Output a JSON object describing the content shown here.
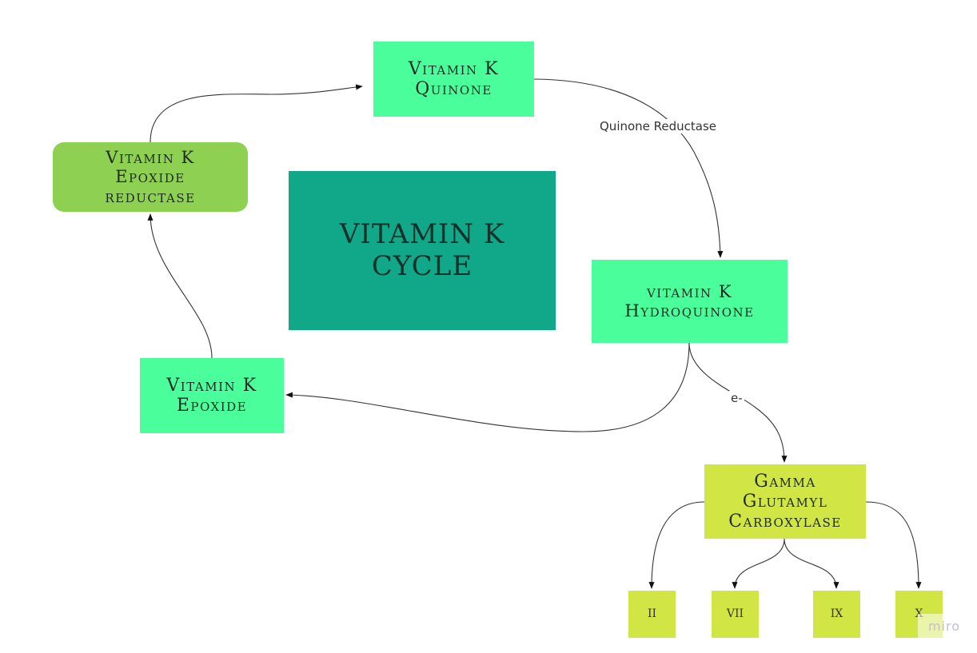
{
  "diagram": {
    "title": {
      "line1": "VITAMIN K",
      "line2": "CYCLE"
    },
    "nodes": {
      "quinone": {
        "line1": "Vitamin K",
        "line2": "Quinone"
      },
      "epoxide_reductase": {
        "line1": "Vitamin K",
        "line2": "Epoxide",
        "line3": "reductase"
      },
      "hydroquinone": {
        "line1": "vitamin K",
        "line2": "Hydroquinone"
      },
      "epoxide": {
        "line1": "Vitamin K",
        "line2": "Epoxide"
      },
      "gamma_carboxylase": {
        "line1": "Gamma",
        "line2": "Glutamyl",
        "line3": "Carboxylase"
      }
    },
    "factors": [
      "II",
      "VII",
      "IX",
      "X"
    ],
    "edges": [
      {
        "from": "epoxide_reductase",
        "to": "quinone",
        "label": ""
      },
      {
        "from": "quinone",
        "to": "hydroquinone",
        "label": "Quinone Reductase"
      },
      {
        "from": "hydroquinone",
        "to": "epoxide",
        "label": ""
      },
      {
        "from": "epoxide",
        "to": "epoxide_reductase",
        "label": ""
      },
      {
        "from": "hydroquinone",
        "to": "gamma_carboxylase",
        "label": "e-"
      },
      {
        "from": "gamma_carboxylase",
        "to": "factor_II",
        "label": ""
      },
      {
        "from": "gamma_carboxylase",
        "to": "factor_VII",
        "label": ""
      },
      {
        "from": "gamma_carboxylase",
        "to": "factor_IX",
        "label": ""
      },
      {
        "from": "gamma_carboxylase",
        "to": "factor_X",
        "label": ""
      }
    ],
    "edge_labels": {
      "quinone_reductase": "Quinone Reductase",
      "electron": "e-"
    },
    "colors": {
      "mint": "#4bfe9c",
      "lime": "#d1e645",
      "green": "#8ed152",
      "teal": "#10a888"
    }
  },
  "watermark": "miro"
}
